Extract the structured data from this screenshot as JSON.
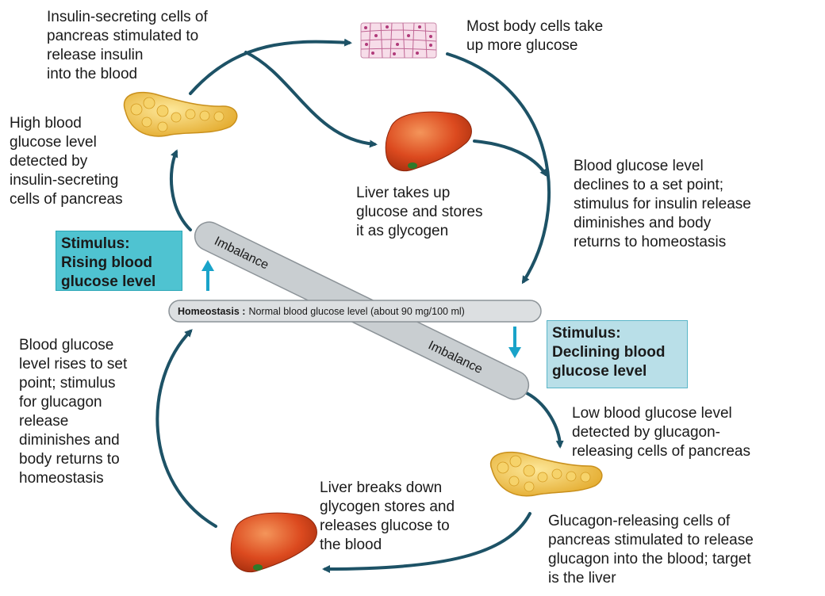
{
  "labels": {
    "insulin_release": "Insulin-secreting cells of\npancreas stimulated to\nrelease insulin\ninto the blood",
    "body_cells_uptake": "Most body cells take\nup more glucose",
    "high_glucose_detected": "High blood\nglucose level\ndetected by\ninsulin-secreting\ncells of pancreas",
    "liver_stores": "Liver takes up\nglucose and stores\nit as glycogen",
    "glucose_declines": "Blood glucose level\ndeclines to a set point;\nstimulus for insulin release\ndiminishes and body\nreturns to homeostasis",
    "glucose_rises": "Blood glucose\nlevel rises to set\npoint; stimulus\nfor glucagon\nrelease\ndiminishes and\nbody returns to\nhomeostasis",
    "low_glucose_detected": "Low blood glucose level\ndetected by glucagon-\nreleasing cells of pancreas",
    "liver_breaks_down": "Liver breaks down\nglycogen stores and\nreleases glucose to\nthe blood",
    "glucagon_release": "Glucagon-releasing cells of\npancreas stimulated to release\nglucagon into the blood; target\nis the liver"
  },
  "stimulus_rising": "Stimulus:\nRising blood\nglucose level",
  "stimulus_declining": "Stimulus:\nDeclining blood\nglucose level",
  "imbalance_top": "Imbalance",
  "imbalance_bottom": "Imbalance",
  "homeostasis": {
    "label": "Homeostasis :",
    "text": "Normal blood glucose level (about 90 mg/100 ml)"
  },
  "colors": {
    "arrow": "#1d5266",
    "blue_arrow": "#19a3c9",
    "stimulus_rising_fill": "#4fc3d1",
    "stimulus_declining_fill": "#b9dfe8",
    "liver": "#d9451e",
    "pancreas": "#f1c64e",
    "bar": "#c9ced1"
  }
}
